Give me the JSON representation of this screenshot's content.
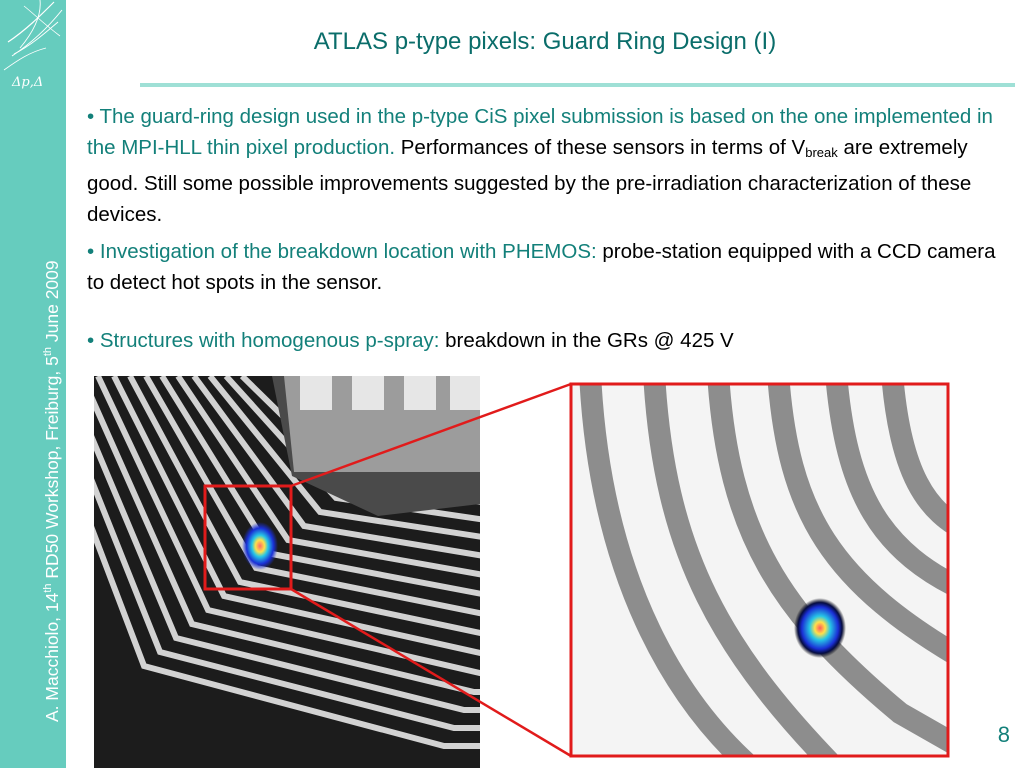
{
  "sidebar": {
    "logo_text": "Δp,Δ",
    "footer": {
      "part1": "A. Macchiolo, 14",
      "sup1": "th",
      "part2": " RD50 Workshop, Freiburg, 5",
      "sup2": "th",
      "part3": " June 2009"
    }
  },
  "slide": {
    "title": "ATLAS p-type pixels:  Guard Ring Design (I)",
    "page_number": "8"
  },
  "bullets": [
    {
      "highlight": "• The guard-ring design used in the p-type CiS pixel submission is based on the one implemented in the MPI-HLL thin pixel production.",
      "text_before_sub": "  Performances of these sensors in terms of V",
      "sub": "break",
      "text_after_sub": " are extremely good. Still some possible improvements suggested by the pre-irradiation characterization of these devices."
    },
    {
      "highlight": "• Investigation of the breakdown location with PHEMOS:",
      "text": " probe-station equipped with a CCD camera to detect hot spots in the sensor."
    },
    {
      "highlight": "• Structures with homogenous p-spray:",
      "text": " breakdown in the GRs @ 425 V"
    }
  ],
  "colors": {
    "sidebar": "#66ccbe",
    "title": "#0a6d6a",
    "highlight": "#13807a",
    "zoom_box": "#e11b1b"
  }
}
